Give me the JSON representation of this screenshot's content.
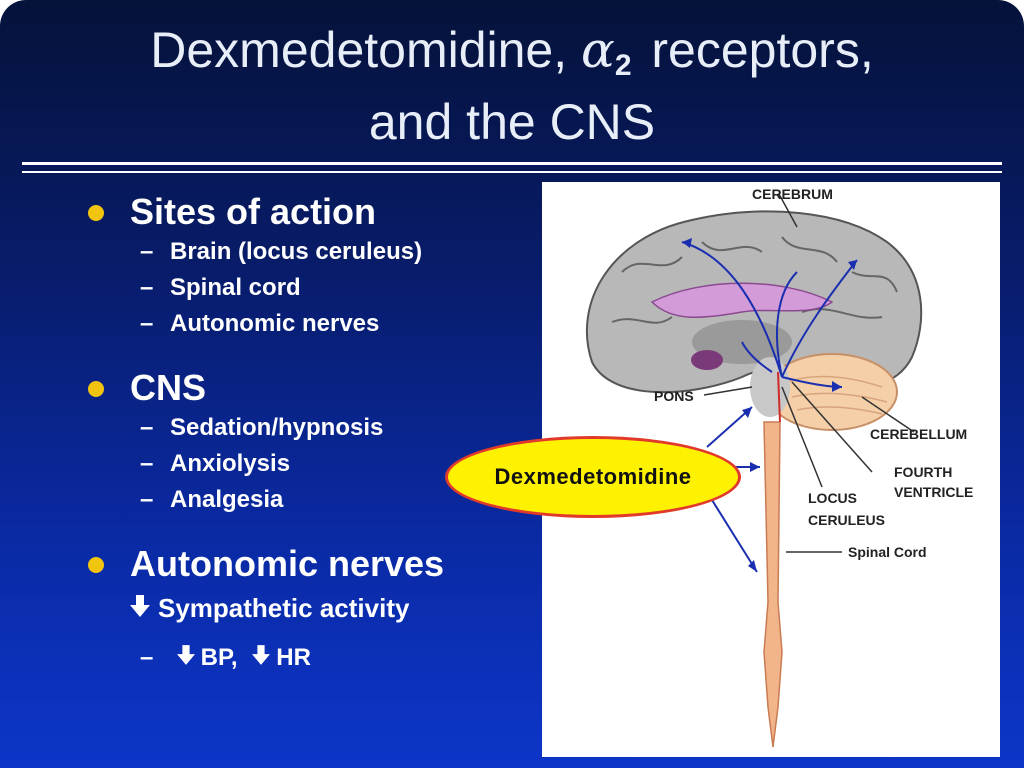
{
  "title": {
    "line1_prefix": "Dexmedetomidine,",
    "alpha": "α",
    "alpha_sub": "2",
    "line1_suffix": "receptors,",
    "line2": "and the CNS"
  },
  "sections": [
    {
      "heading": "Sites of action",
      "items": [
        "Brain (locus ceruleus)",
        "Spinal cord",
        "Autonomic nerves"
      ]
    },
    {
      "heading": "CNS",
      "items": [
        "Sedation/hypnosis",
        "Anxiolysis",
        "Analgesia"
      ]
    },
    {
      "heading": "Autonomic nerves",
      "effect": "Sympathetic activity",
      "effects_detail_bp": "BP,",
      "effects_detail_hr": "HR"
    }
  ],
  "diagram": {
    "drug_label": "Dexmedetomidine",
    "labels": {
      "cerebrum": "CEREBRUM",
      "pons": "PONS",
      "cerebellum": "CEREBELLUM",
      "fourth_ventricle_1": "FOURTH",
      "fourth_ventricle_2": "VENTRICLE",
      "locus_1": "LOCUS",
      "locus_2": "CERULEUS",
      "spinal_cord": "Spinal Cord"
    }
  },
  "icons": {
    "bullet": "bullet-dot-icon",
    "down_arrow": "down-arrow-icon"
  },
  "colors": {
    "bullet": "#f1c40f",
    "oval_fill": "#fff200",
    "oval_border": "#e23a2a",
    "arrows": "#1a2fb0"
  }
}
